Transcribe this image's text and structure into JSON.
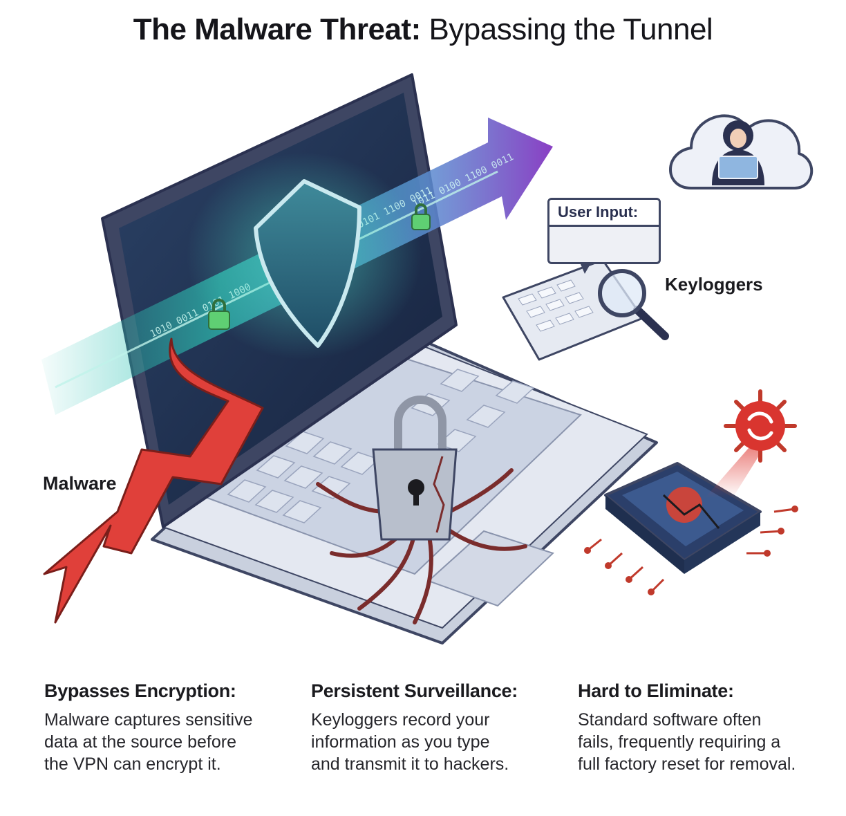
{
  "title": {
    "bold": "The Malware Threat:",
    "rest": " Bypassing the Tunnel"
  },
  "labels": {
    "user_input": "User Input:",
    "keyloggers": "Keyloggers",
    "malware": "Malware"
  },
  "columns": [
    {
      "heading": "Bypasses Encryption:",
      "lines": [
        "Malware captures sensitive",
        "data at the source before",
        "the VPN can encrypt it."
      ]
    },
    {
      "heading": "Persistent Surveillance:",
      "lines": [
        "Keyloggers record your",
        "information as you type",
        "and transmit it to hackers."
      ]
    },
    {
      "heading": "Hard to Eliminate:",
      "lines": [
        "Standard software often",
        "fails, frequently requiring a",
        "full factory reset for removal."
      ]
    }
  ],
  "colors": {
    "malware_arrow": "#e0403a",
    "tunnel": "#2fc3b5",
    "tunnel_end": "#8a3fc4",
    "screen": "#1f2f4f",
    "laptop_body": "#d9dee9",
    "virus": "#d9352f"
  },
  "icons": [
    "shield-icon",
    "padlock-icon",
    "broken-padlock-icon",
    "hacker-cloud-icon",
    "keyboard-icon",
    "magnifier-icon",
    "virus-icon",
    "chip-icon"
  ]
}
